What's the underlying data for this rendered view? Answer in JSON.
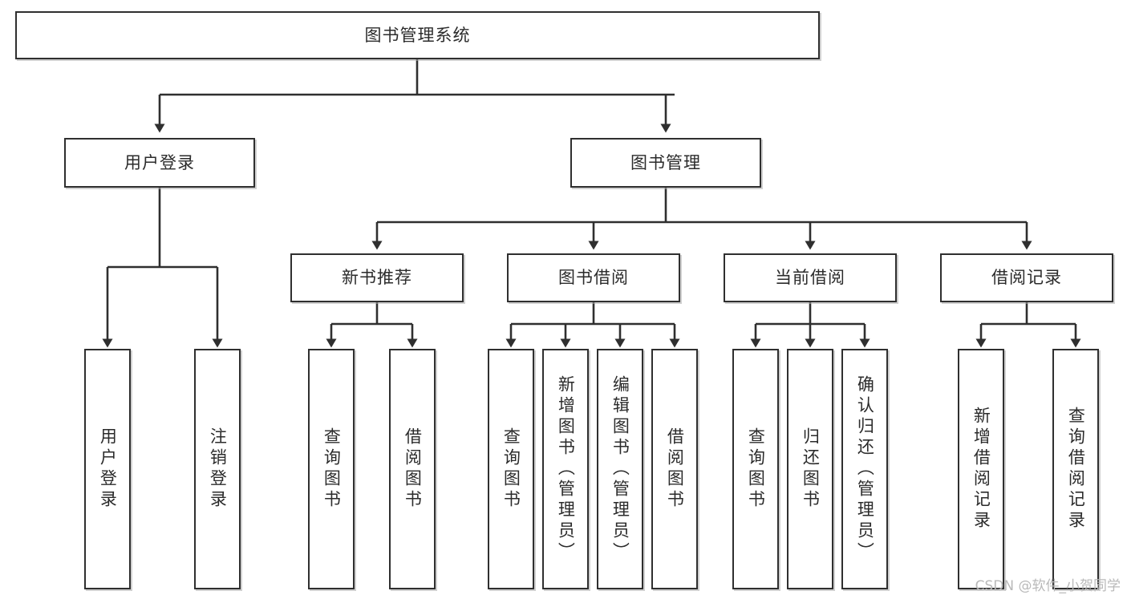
{
  "diagram": {
    "title": "图书管理系统",
    "watermark": "CSDN @软件_小贺同学",
    "colors": {
      "box_border": "#2f2f2f",
      "box_fill": "#ffffff",
      "line": "#2f2f2f",
      "text": "#2b2b2b",
      "watermark": "#b9b9b9"
    },
    "nodes": {
      "root": {
        "label": "图书管理系统"
      },
      "level2": [
        {
          "label": "用户登录"
        },
        {
          "label": "图书管理"
        }
      ],
      "level3": [
        {
          "label": "新书推荐"
        },
        {
          "label": "图书借阅"
        },
        {
          "label": "当前借阅"
        },
        {
          "label": "借阅记录"
        }
      ],
      "leaves": [
        {
          "label": "用户登录"
        },
        {
          "label": "注销登录"
        },
        {
          "label": "查询图书"
        },
        {
          "label": "借阅图书"
        },
        {
          "label": "查询图书"
        },
        {
          "label": "新增图书（管理员）"
        },
        {
          "label": "编辑图书（管理员）"
        },
        {
          "label": "借阅图书"
        },
        {
          "label": "查询图书"
        },
        {
          "label": "归还图书"
        },
        {
          "label": "确认归还（管理员）"
        },
        {
          "label": "新增借阅记录"
        },
        {
          "label": "查询借阅记录"
        }
      ]
    }
  }
}
